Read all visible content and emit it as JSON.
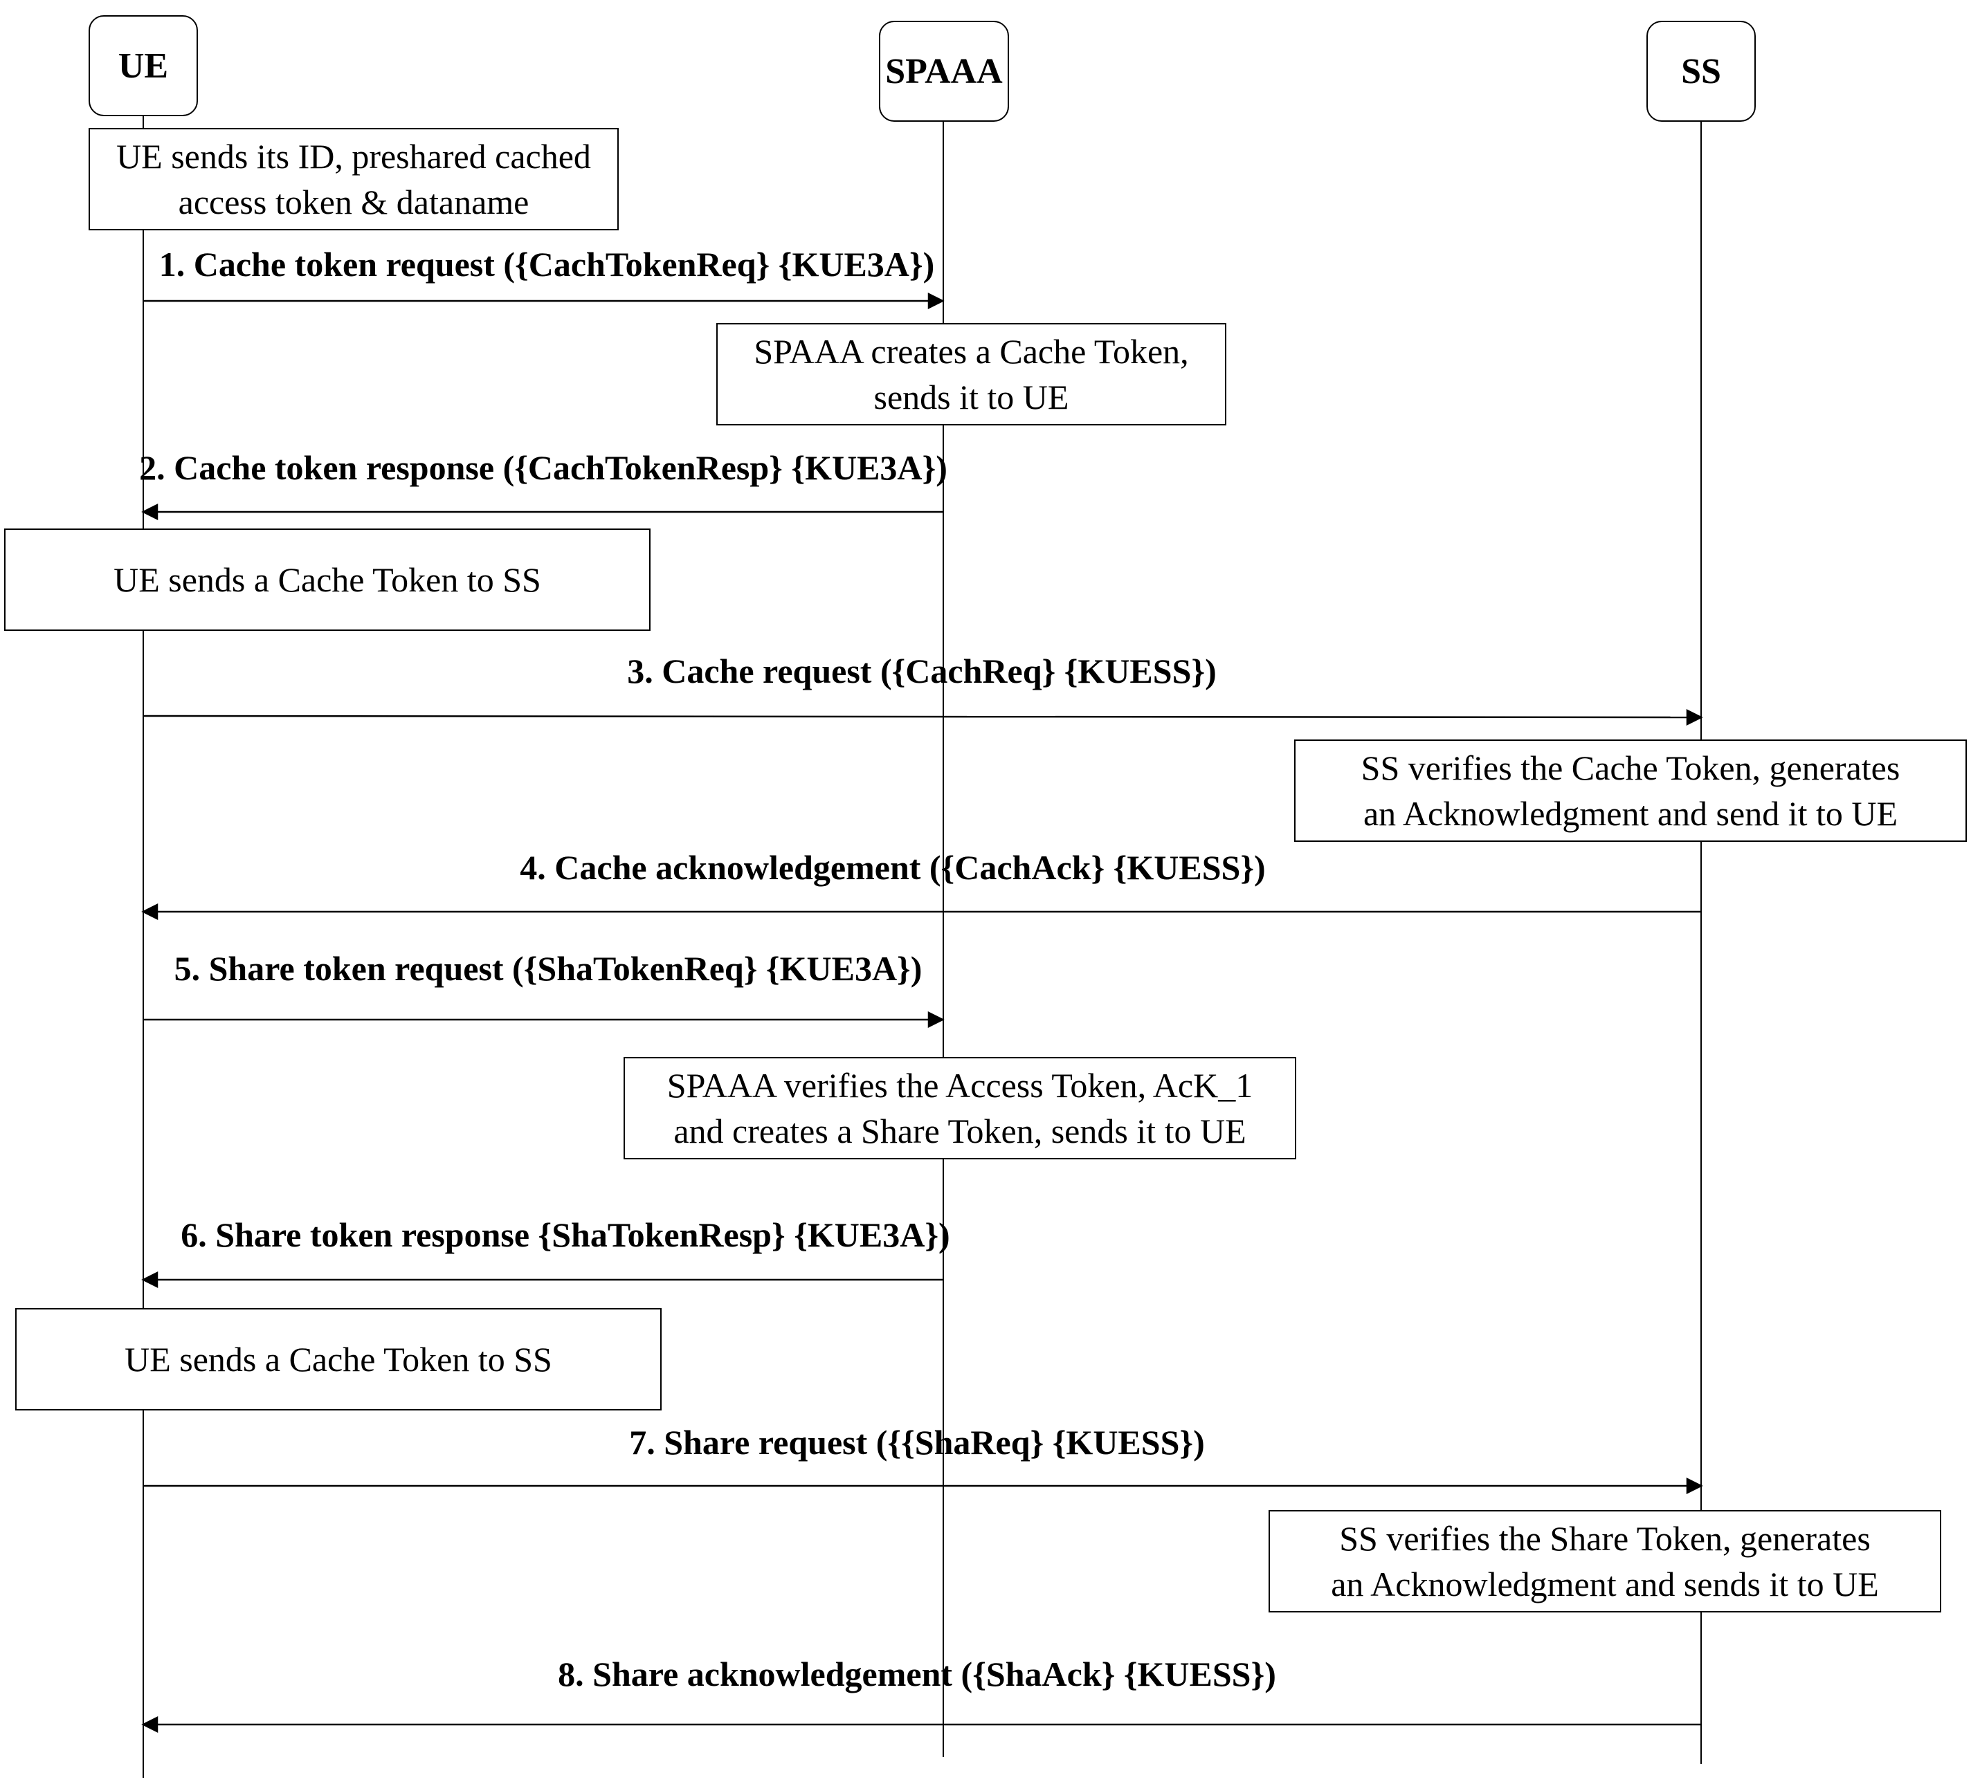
{
  "actors": {
    "ue": "UE",
    "spaaa": "SPAAA",
    "ss": "SS"
  },
  "notes": {
    "n1": "UE sends its ID, preshared cached\naccess token & dataname",
    "n2": "SPAAA creates a Cache Token,\nsends it to UE",
    "n3": "UE sends a Cache Token to SS",
    "n4": "SS verifies the Cache Token, generates\nan Acknowledgment and send it to UE",
    "n5": "SPAAA verifies the Access Token, AcK_1\nand creates a Share Token, sends it to UE",
    "n6": "UE sends a Cache Token to SS",
    "n7": "SS verifies the Share Token, generates\nan Acknowledgment and sends it to UE"
  },
  "messages": [
    {
      "label": "1. Cache token  request ({CachTokenReq} {KUE3A})",
      "from": "UE",
      "to": "SPAAA"
    },
    {
      "label": "2. Cache token response ({CachTokenResp} {KUE3A})",
      "from": "SPAAA",
      "to": "UE"
    },
    {
      "label": "3.  Cache request ({CachReq} {KUESS})",
      "from": "UE",
      "to": "SS"
    },
    {
      "label": "4. Cache acknowledgement ({CachAck} {KUESS})",
      "from": "SS",
      "to": "UE"
    },
    {
      "label": "5. Share token request ({ShaTokenReq} {KUE3A})",
      "from": "UE",
      "to": "SPAAA"
    },
    {
      "label": "6. Share token  response {ShaTokenResp} {KUE3A})",
      "from": "SPAAA",
      "to": "UE"
    },
    {
      "label": "7. Share request ({{ShaReq} {KUESS})",
      "from": "UE",
      "to": "SS"
    },
    {
      "label": "8. Share acknowledgement ({ShaAck} {KUESS})",
      "from": "SS",
      "to": "UE"
    }
  ]
}
